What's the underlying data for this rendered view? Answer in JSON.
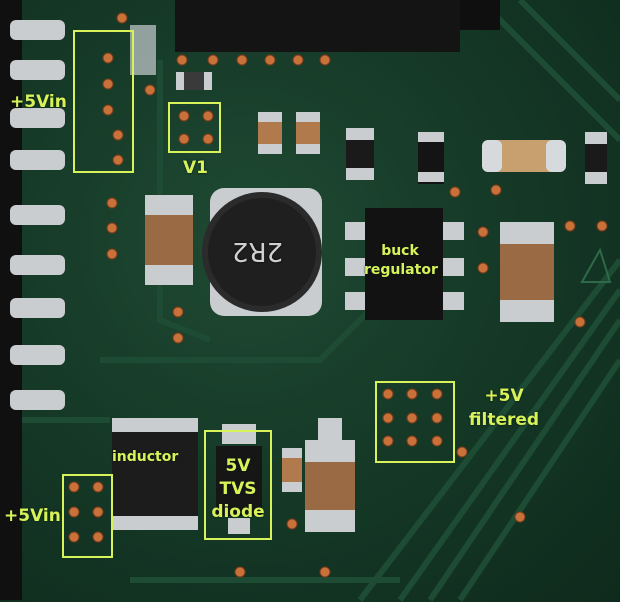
{
  "labels": {
    "vin_top": "+5Vin",
    "v1": "V1",
    "buck_line1": "buck",
    "buck_line2": "regulator",
    "filtered_line1": "+5V",
    "filtered_line2": "filtered",
    "inductor": "inductor",
    "tvs_line1": "5V",
    "tvs_line2": "TVS",
    "tvs_line3": "diode",
    "vin_bottom": "+5Vin",
    "inductor_marking": "2R2"
  },
  "colors": {
    "label": "#d8f25a",
    "board": "#163a28",
    "pad": "#c9cdd0",
    "via": "#c8713a"
  }
}
